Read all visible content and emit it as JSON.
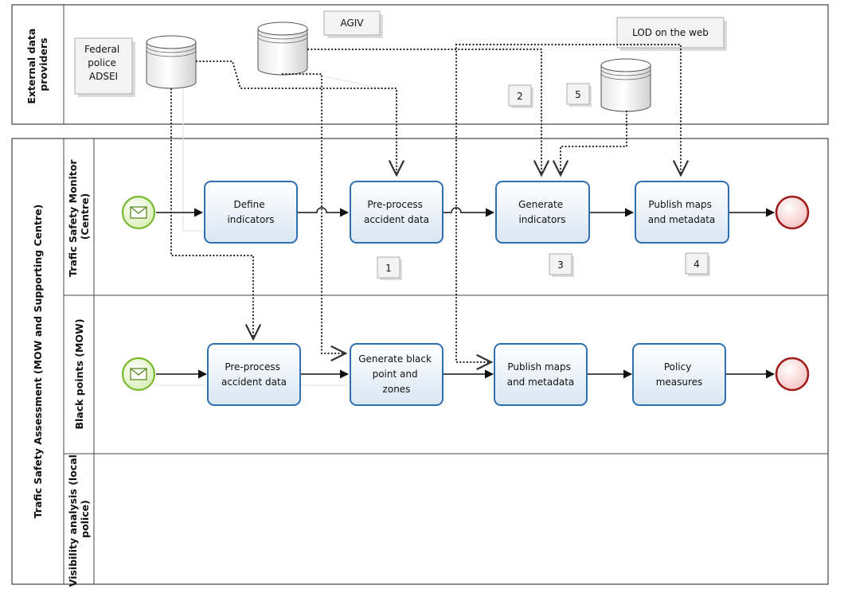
{
  "pools": {
    "external": {
      "title_line1": "External data",
      "title_line2": "providers"
    },
    "main": {
      "title": "Trafic Safety Assessment (MOW and Supporting Centre)"
    }
  },
  "lanes": {
    "monitor": {
      "title_line1": "Trafic Safety Monitor",
      "title_line2": "(Centre)"
    },
    "black": {
      "title_line1": "Black points (MOW)"
    },
    "visibility": {
      "title_line1": "Visibility analysis (local",
      "title_line2": "police)"
    }
  },
  "data_sources": {
    "federal": {
      "line1": "Federal",
      "line2": "police",
      "line3": "ADSEI"
    },
    "agiv": {
      "label": "AGIV"
    },
    "lod": {
      "label": "LOD on the web"
    }
  },
  "tasks": {
    "define_indicators": {
      "line1": "Define",
      "line2": "indicators"
    },
    "preprocess_top": {
      "line1": "Pre-process",
      "line2": "accident data"
    },
    "generate_indicators": {
      "line1": "Generate",
      "line2": "indicators"
    },
    "publish_top": {
      "line1": "Publish maps",
      "line2": "and metadata"
    },
    "preprocess_bottom": {
      "line1": "Pre-process",
      "line2": "accident data"
    },
    "generate_black": {
      "line1": "Generate black",
      "line2": "point and",
      "line3": "zones"
    },
    "publish_bottom": {
      "line1": "Publish maps",
      "line2": "and metadata"
    },
    "policy": {
      "line1": "Policy",
      "line2": "measures"
    }
  },
  "step_numbers": {
    "n1": "1",
    "n2": "2",
    "n3": "3",
    "n4": "4",
    "n5": "5"
  },
  "colors": {
    "task_border": "#2e6fb0",
    "start_event": "#7ab82f",
    "end_event": "#a01d1d"
  },
  "icons": {
    "start_event": "envelope-message-icon",
    "end_event": "end-event-icon",
    "data_store": "database-cylinder-icon"
  }
}
